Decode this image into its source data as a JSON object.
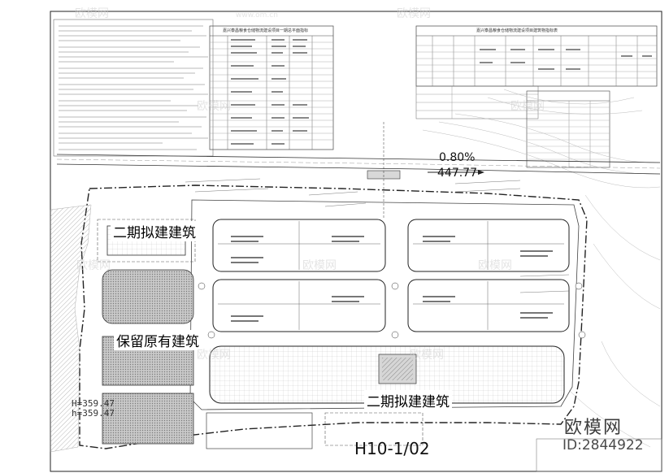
{
  "drawing": {
    "slope_label": "0.80%",
    "elevation_label": "447.77",
    "phase2_label": "二期拟建建筑",
    "keep_label": "保留原有建筑",
    "h_upper": "H=359.47",
    "h_lower": "h=359.47",
    "sheet_number": "H10-1/02",
    "table_titles": {
      "left_table": "嘉兴泰昌粮食仓储物流建设项目一期总平面指标",
      "right_table": "嘉兴泰昌粮食仓储物流建设项目建筑物指标表"
    }
  },
  "watermark": {
    "brand": "欧模网",
    "site": "www.om.cn",
    "id": "ID:2844922"
  },
  "colors": {
    "line": "#222222",
    "hatch": "#9a9a9a",
    "fill_gray": "#b8b8b8",
    "watermark": "#d0d0d0"
  }
}
